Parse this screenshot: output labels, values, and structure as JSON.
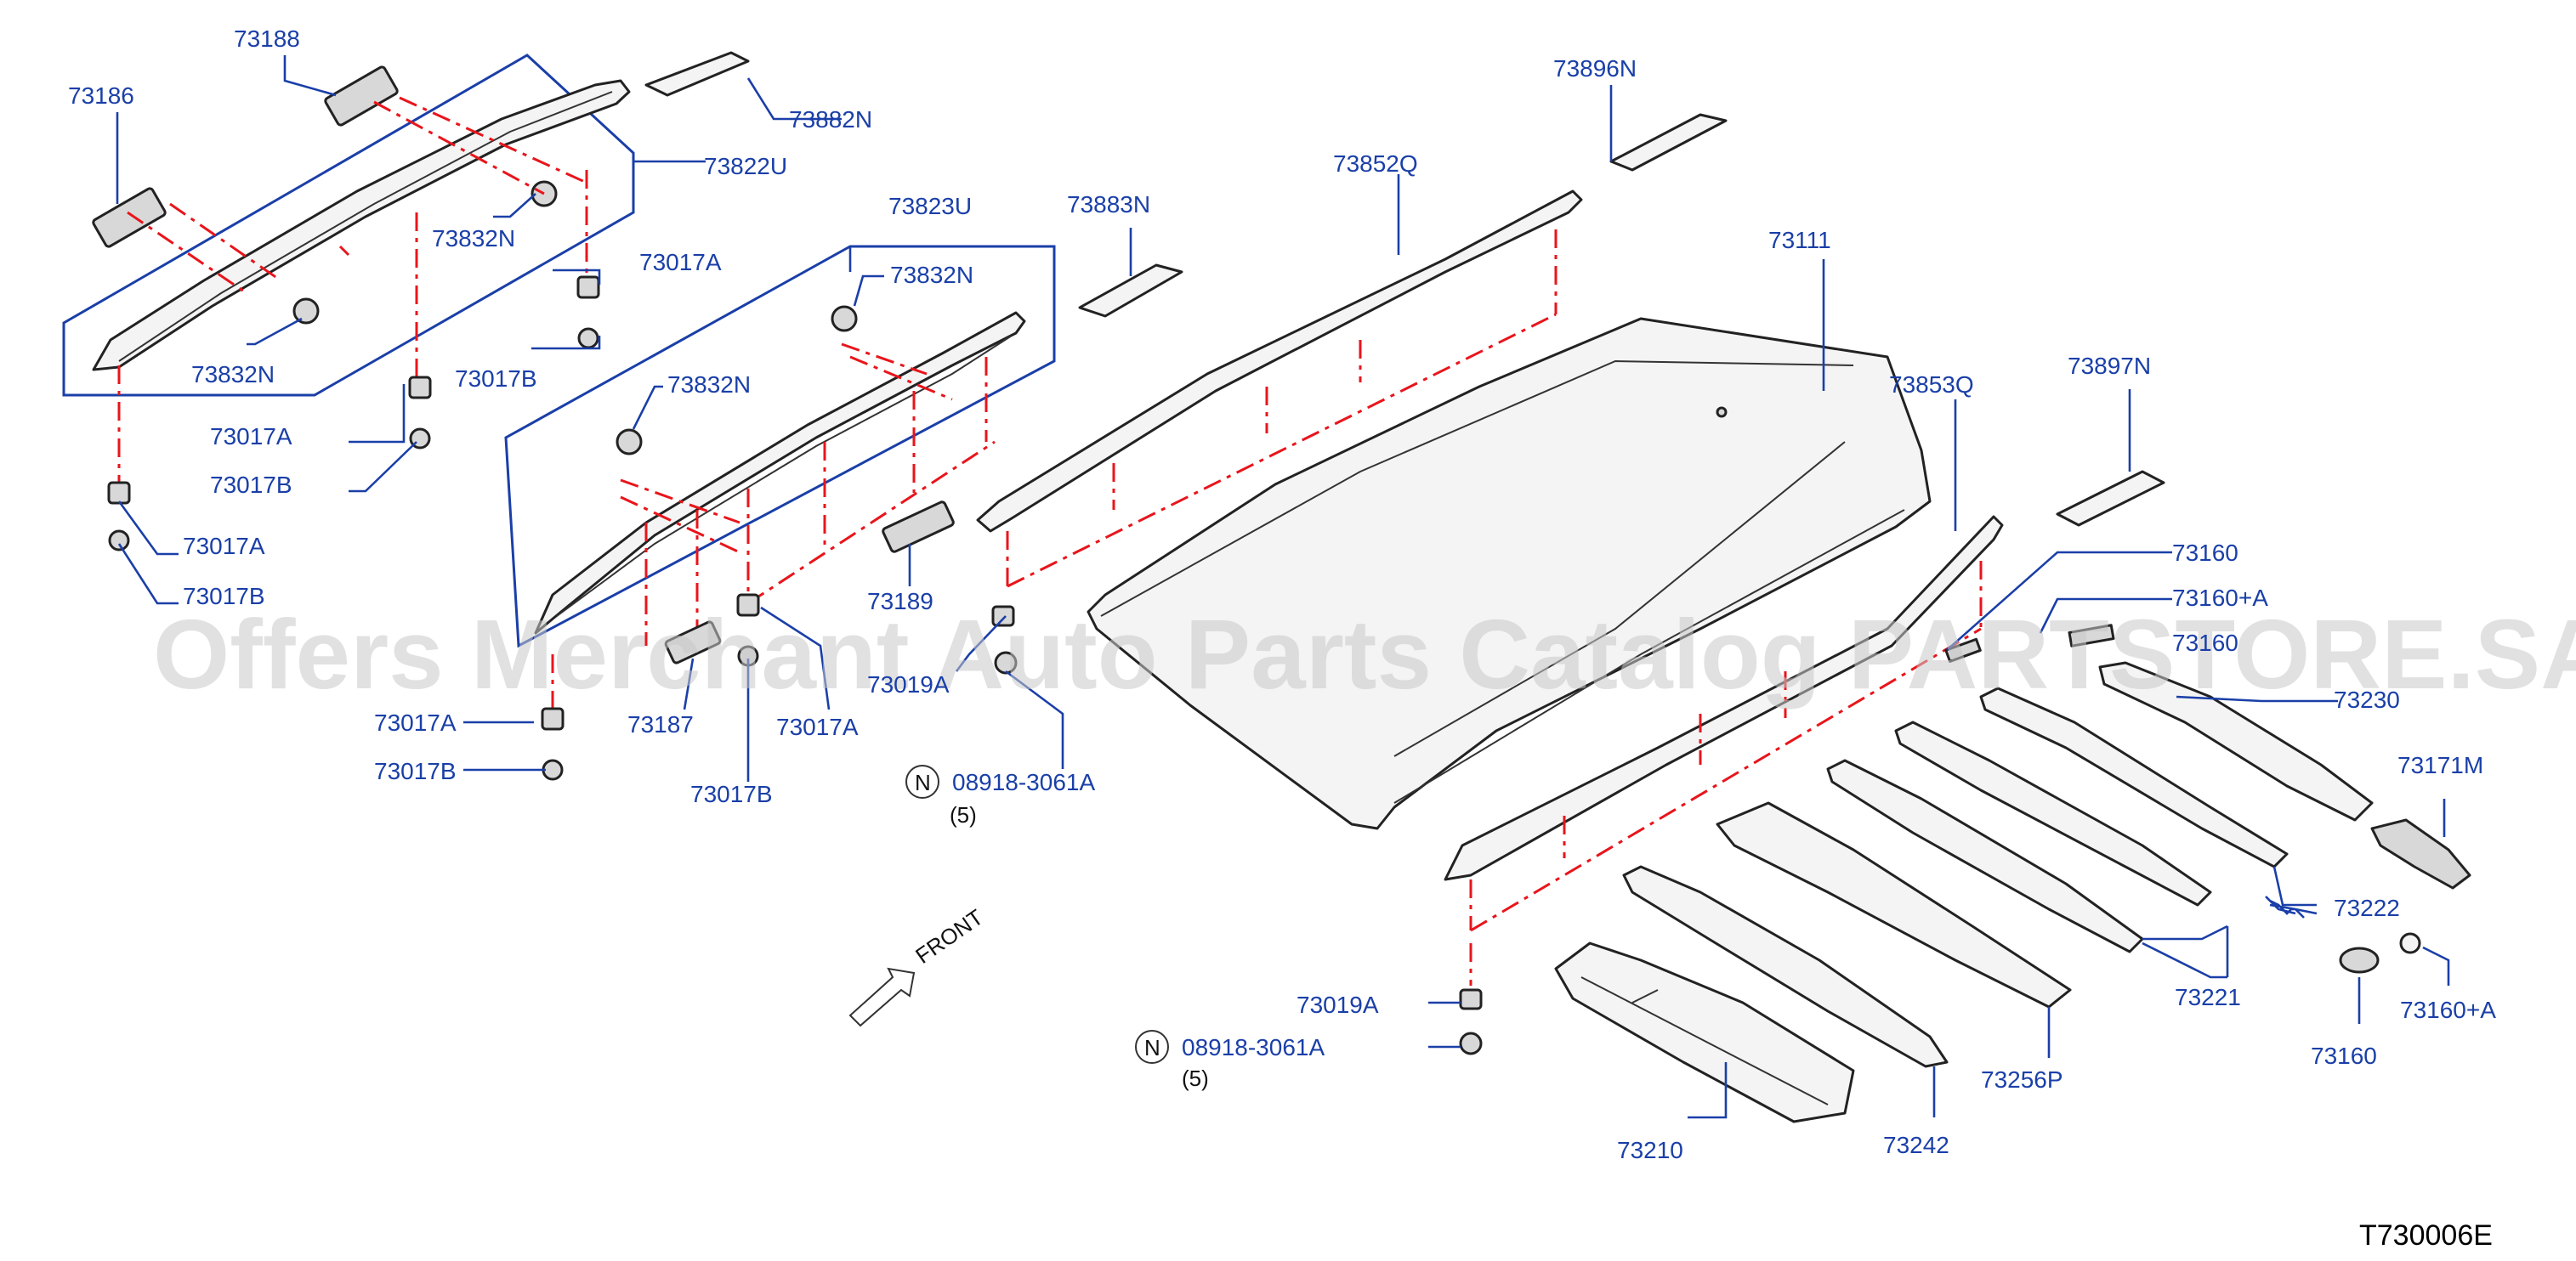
{
  "labels": {
    "p73188": "73188",
    "p73186": "73186",
    "p73882N": "73882N",
    "p73822U": "73822U",
    "p73832N_a": "73832N",
    "p73017A_a": "73017A",
    "p73832N_b": "73832N",
    "p73017B_a": "73017B",
    "p73017A_b": "73017A",
    "p73017B_b": "73017B",
    "p73017A_c": "73017A",
    "p73017B_c": "73017B",
    "p73823U": "73823U",
    "p73832N_c": "73832N",
    "p73832N_d": "73832N",
    "p73189": "73189",
    "p73019A_a": "73019A",
    "p73017A_d": "73017A",
    "p73187": "73187",
    "p73017A_e": "73017A",
    "p73017B_d": "73017B",
    "p73017B_e": "73017B",
    "p08918_a": "08918-3061A",
    "qty_a": "(5)",
    "p73896N": "73896N",
    "p73852Q": "73852Q",
    "p73883N": "73883N",
    "p73111": "73111",
    "p73853Q": "73853Q",
    "p73897N": "73897N",
    "p73160_a": "73160",
    "p73160A_a": "73160+A",
    "p73160_hidden": "73160",
    "p73230": "73230",
    "p73171M": "73171M",
    "p73222": "73222",
    "p73221": "73221",
    "p73160_b": "73160",
    "p73160A_b": "73160+A",
    "p73256P": "73256P",
    "p73242": "73242",
    "p73210": "73210",
    "p73019A_b": "73019A",
    "p08918_b": "08918-3061A",
    "qty_b": "(5)",
    "nut_marker": "N",
    "front": "FRONT"
  },
  "diagram_code": "T730006E",
  "watermark": "Offers Merchant Auto Parts Catalog PARTSTORE.SA",
  "colors": {
    "label": "#1a3fa8",
    "dash": "#e8151b",
    "outline": "#222222",
    "watermark": "#c9c9c9"
  }
}
